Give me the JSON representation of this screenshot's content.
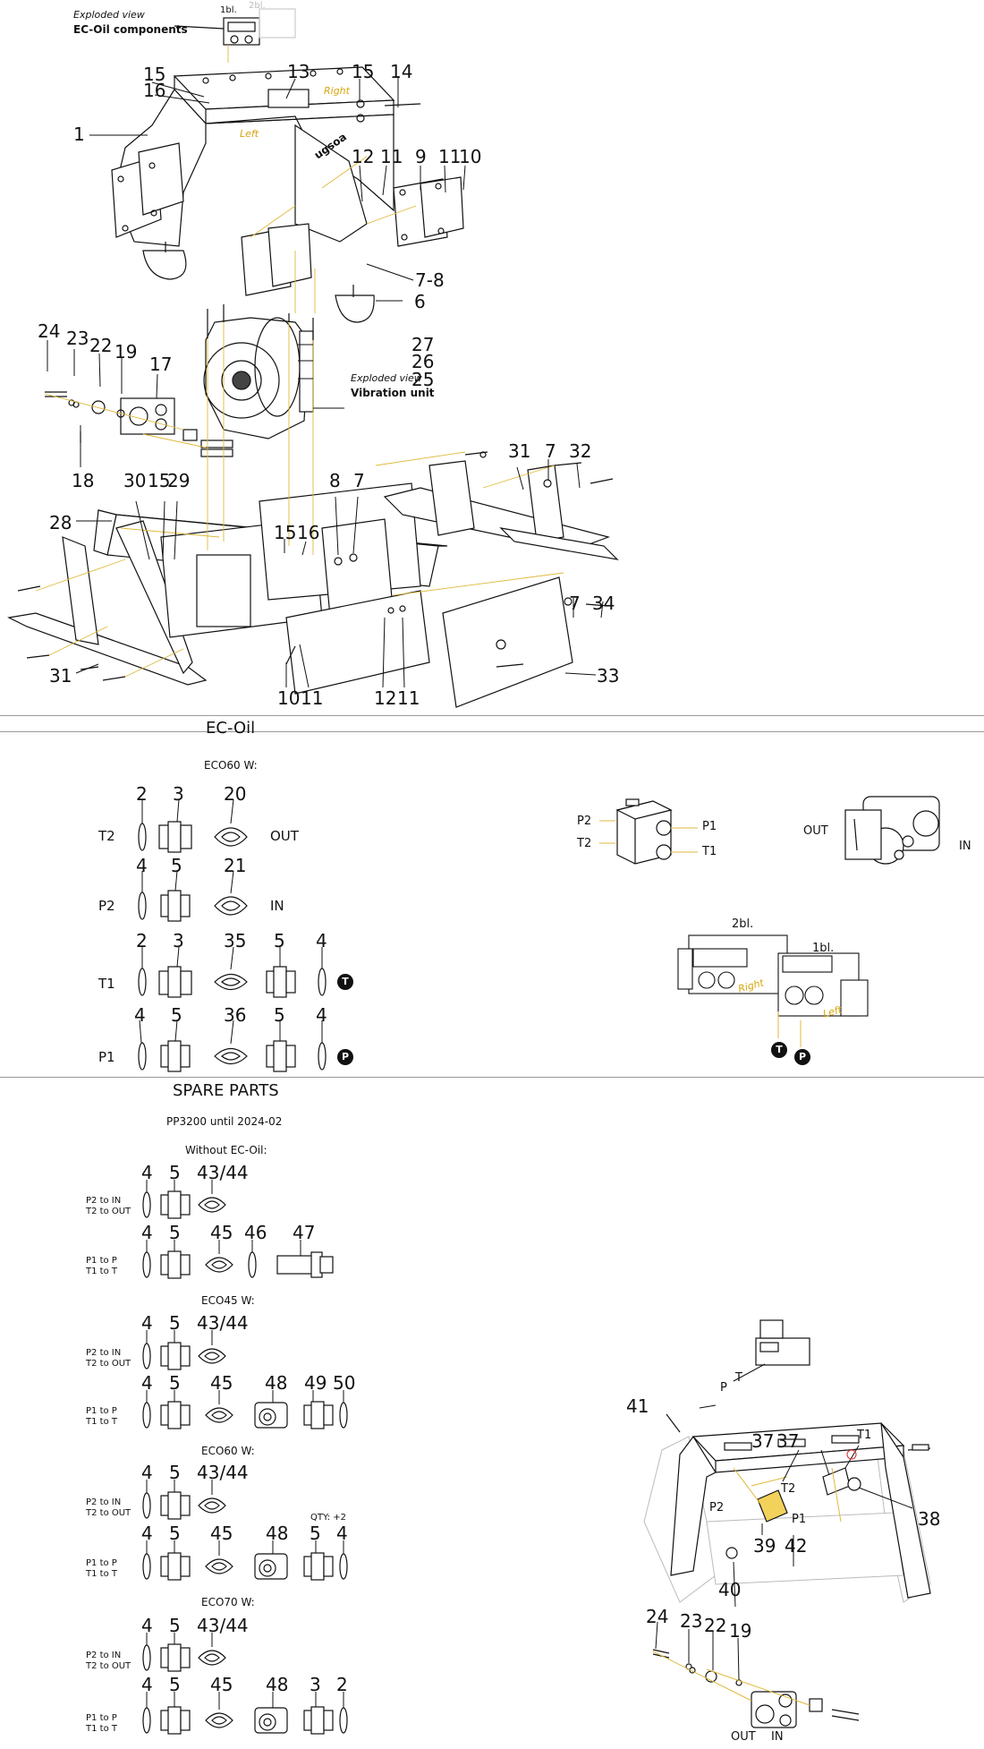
{
  "exploded_oil": {
    "label_view": "Exploded view",
    "label_name": "EC-Oil components",
    "tag": "1bl.",
    "tag_faded": "2bl."
  },
  "exploded_vib": {
    "label_view": "Exploded view",
    "label_name": "Vibration unit"
  },
  "frame_text": {
    "right": "Right",
    "left": "Left",
    "brand": "ugsoa"
  },
  "callouts_top": [
    "15",
    "16",
    "13",
    "15",
    "14",
    "1",
    "12",
    "11",
    "9",
    "11",
    "10",
    "7-8",
    "6",
    "24",
    "23",
    "22",
    "19",
    "17",
    "18",
    "27",
    "26",
    "25",
    "31",
    "7",
    "32",
    "30",
    "15",
    "29",
    "28",
    "8",
    "7",
    "15",
    "16",
    "7",
    "34",
    "31",
    "10",
    "11",
    "12",
    "11",
    "33"
  ],
  "ec_oil": {
    "title": "EC-Oil",
    "subtitle": "ECO60 W:",
    "rows": [
      {
        "port": "T2",
        "parts": [
          "2",
          "3",
          "20"
        ],
        "dir": "OUT",
        "badge": ""
      },
      {
        "port": "P2",
        "parts": [
          "4",
          "5",
          "21"
        ],
        "dir": "IN",
        "badge": ""
      },
      {
        "port": "T1",
        "parts": [
          "2",
          "3",
          "35",
          "5",
          "4"
        ],
        "dir": "",
        "badge": "T"
      },
      {
        "port": "P1",
        "parts": [
          "4",
          "5",
          "36",
          "5",
          "4"
        ],
        "dir": "",
        "badge": "P"
      }
    ],
    "block_labels": {
      "p2": "P2",
      "t2": "T2",
      "p1": "P1",
      "t1": "T1"
    },
    "pump_labels": {
      "out": "OUT",
      "in": "IN"
    },
    "units": {
      "a": "2bl.",
      "b": "1bl.",
      "right": "Right",
      "left": "Left",
      "badge_t": "T",
      "badge_p": "P"
    }
  },
  "spare": {
    "title": "SPARE PARTS",
    "subtitle": "PP3200 until 2024-02",
    "groups": [
      {
        "title": "Without EC-Oil:",
        "rows": [
          {
            "label1": "P2 to IN",
            "label2": "T2 to OUT",
            "parts": [
              "4",
              "5",
              "43/44"
            ],
            "qty": ""
          },
          {
            "label1": "P1 to P",
            "label2": "T1 to T",
            "parts": [
              "4",
              "5",
              "45",
              "46",
              "47"
            ],
            "qty": ""
          }
        ]
      },
      {
        "title": "ECO45 W:",
        "rows": [
          {
            "label1": "P2 to IN",
            "label2": "T2 to OUT",
            "parts": [
              "4",
              "5",
              "43/44"
            ],
            "qty": ""
          },
          {
            "label1": "P1 to P",
            "label2": "T1 to T",
            "parts": [
              "4",
              "5",
              "45",
              "48",
              "49",
              "50"
            ],
            "qty": ""
          }
        ]
      },
      {
        "title": "ECO60 W:",
        "rows": [
          {
            "label1": "P2 to IN",
            "label2": "T2 to OUT",
            "parts": [
              "4",
              "5",
              "43/44"
            ],
            "qty": ""
          },
          {
            "label1": "P1 to P",
            "label2": "T1 to T",
            "parts": [
              "4",
              "5",
              "45",
              "48",
              "5",
              "4"
            ],
            "qty": "QTY: +2"
          }
        ]
      },
      {
        "title": "ECO70 W:",
        "rows": [
          {
            "label1": "P2 to IN",
            "label2": "T2 to OUT",
            "parts": [
              "4",
              "5",
              "43/44"
            ],
            "qty": ""
          },
          {
            "label1": "P1 to P",
            "label2": "T1 to T",
            "parts": [
              "4",
              "5",
              "45",
              "48",
              "3",
              "2"
            ],
            "qty": ""
          }
        ]
      }
    ]
  },
  "spare_assembly": {
    "callouts": [
      "41",
      "37",
      "37",
      "T1",
      "T2",
      "38",
      "P2",
      "P1",
      "39",
      "42",
      "40",
      "24",
      "23",
      "22",
      "19"
    ],
    "labels": {
      "p": "P",
      "t": "T",
      "out": "OUT",
      "in": "IN"
    }
  }
}
